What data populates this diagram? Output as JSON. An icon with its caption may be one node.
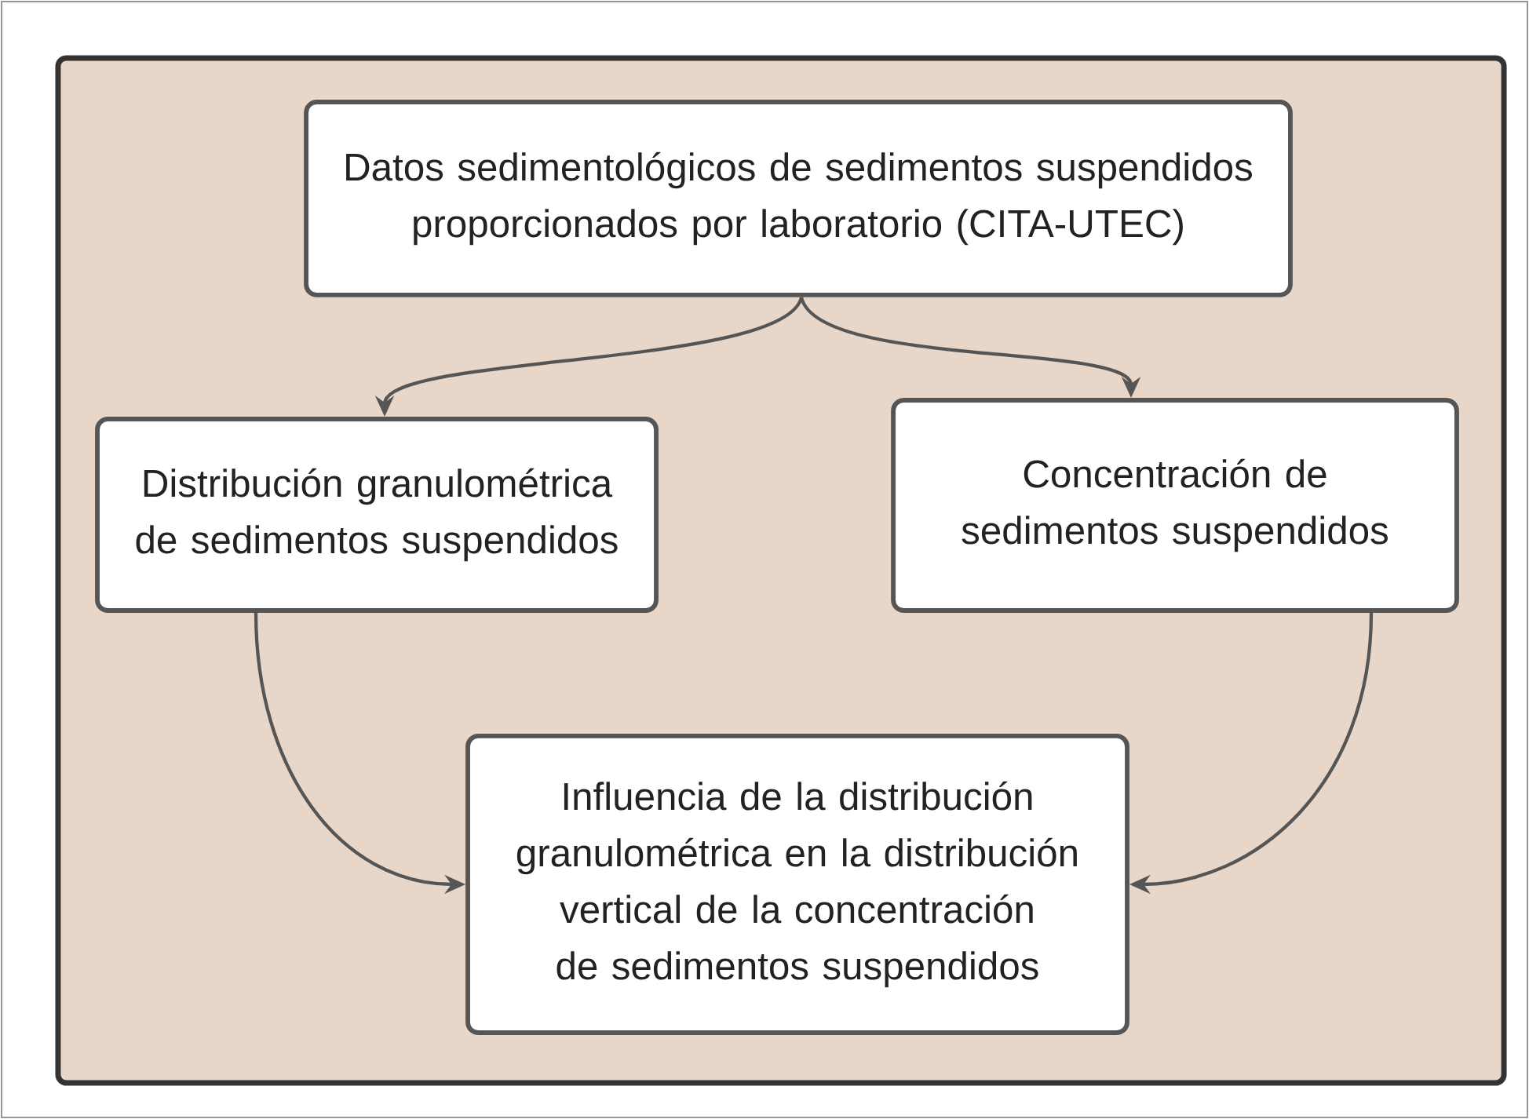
{
  "diagram": {
    "nodes": [
      {
        "text": [],
        "shape": "box"
      },
      {
        "text": [
          "Datos sedimentológicos de sedimentos suspendidos proporcionados por laboratorio (CITA-UTEC)"
        ],
        "in": 0
      },
      {
        "text": [
          "Distribución granulométrica de sedimentos suspendidos"
        ],
        "in": 0
      },
      {
        "text": [
          "Concentración de sedimentos suspendidos"
        ],
        "in": 0
      },
      {
        "text": [
          "Influencia de la distribución granulométrica en la distribución vertical de la concentración de sedimentos suspendidos"
        ],
        "in": 0
      }
    ],
    "edges": [
      {
        "from": 1,
        "to": 2,
        "arrow": "to"
      },
      {
        "from": 1,
        "to": 3,
        "arrow": "to"
      },
      {
        "from": 2,
        "to": 4,
        "arrow": "to"
      },
      {
        "from": 3,
        "to": 4,
        "arrow": "to"
      }
    ]
  }
}
